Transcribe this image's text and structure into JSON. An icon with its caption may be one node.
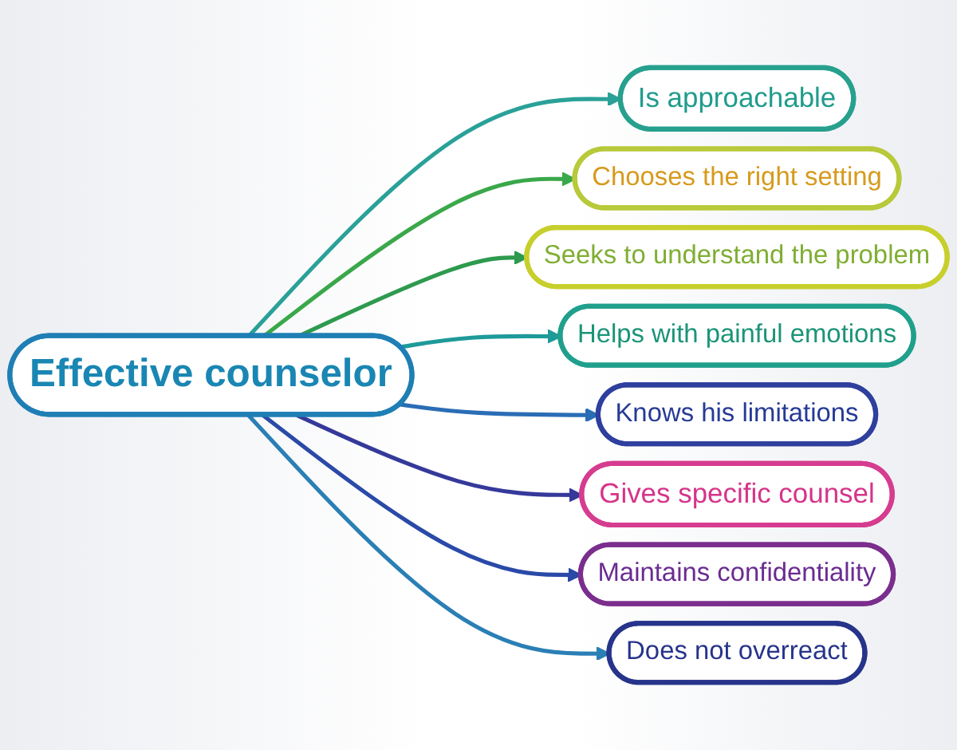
{
  "diagram": {
    "nodes": [
      {
        "text": [
          "Effective counselor"
        ]
      },
      {
        "text": [
          "Is approachable"
        ]
      },
      {
        "text": [
          "Chooses the right setting"
        ]
      },
      {
        "text": [
          "Does not overreact"
        ]
      },
      {
        "text": [
          "Seeks to understand the problem"
        ]
      },
      {
        "text": [
          "Maintains confidentiality"
        ]
      },
      {
        "text": [
          "Helps with painful emotions"
        ]
      },
      {
        "text": [
          "Gives specific counsel"
        ]
      },
      {
        "text": [
          "Knows his limitations"
        ]
      }
    ],
    "edges": [
      {
        "from": 0,
        "to": 1,
        "arrow": "to",
        "color": "#2aa198"
      },
      {
        "from": 0,
        "to": 2,
        "arrow": "to",
        "color": "#3aa84a"
      },
      {
        "from": 0,
        "to": 4,
        "arrow": "to",
        "color": "#2e9a4e"
      },
      {
        "from": 0,
        "to": 6,
        "arrow": "to",
        "color": "#1e9a9a"
      },
      {
        "from": 0,
        "to": 8,
        "arrow": "to",
        "color": "#2a6db5"
      },
      {
        "from": 0,
        "to": 7,
        "arrow": "to",
        "color": "#35399a"
      },
      {
        "from": 0,
        "to": 5,
        "arrow": "to",
        "color": "#2a4aa8"
      },
      {
        "from": 0,
        "to": 3,
        "arrow": "to",
        "color": "#2a7fb5"
      }
    ]
  }
}
